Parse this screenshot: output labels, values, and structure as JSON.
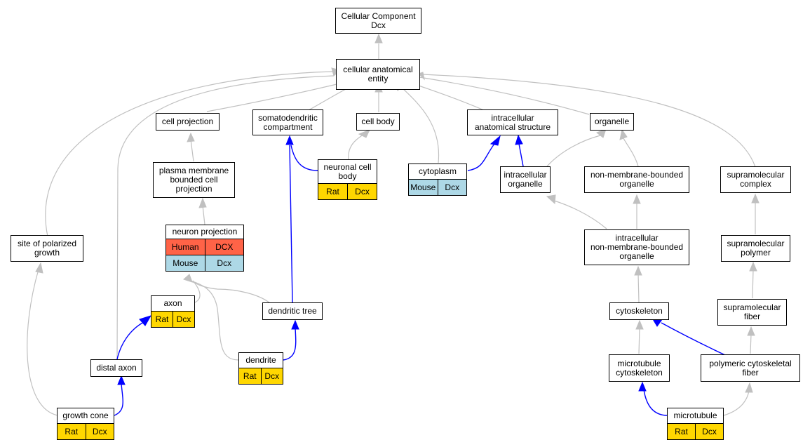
{
  "colors": {
    "gray_edge": "#c0c0c0",
    "blue_edge": "#0000ff",
    "rat": "#ffd700",
    "mouse": "#add8e6",
    "human": "#ff6347"
  },
  "nodes": {
    "root": {
      "label": "Cellular Component\nDcx"
    },
    "cae": {
      "label": "cellular anatomical\nentity"
    },
    "cell_projection": {
      "label": "cell projection"
    },
    "somatodendritic": {
      "label": "somatodendritic\ncompartment"
    },
    "cell_body": {
      "label": "cell body"
    },
    "ias": {
      "label": "intracellular\nanatomical structure"
    },
    "organelle": {
      "label": "organelle"
    },
    "pmbcp": {
      "label": "plasma membrane\nbounded cell\nprojection"
    },
    "neuronal_cell_body": {
      "label": "neuronal cell\nbody",
      "rows": [
        [
          "Rat",
          "Dcx"
        ]
      ]
    },
    "cytoplasm": {
      "label": "cytoplasm",
      "rows": [
        [
          "Mouse",
          "Dcx"
        ]
      ]
    },
    "intracellular_organelle": {
      "label": "intracellular\norganelle"
    },
    "nmbo": {
      "label": "non-membrane-bounded\norganelle"
    },
    "supramolecular_complex": {
      "label": "supramolecular\ncomplex"
    },
    "neuron_projection": {
      "label": "neuron projection",
      "rows": [
        [
          "Human",
          "DCX"
        ],
        [
          "Mouse",
          "Dcx"
        ]
      ]
    },
    "spg": {
      "label": "site of polarized\ngrowth"
    },
    "inmbo": {
      "label": "intracellular\nnon-membrane-bounded\norganelle"
    },
    "supramolecular_polymer": {
      "label": "supramolecular\npolymer"
    },
    "axon": {
      "label": "axon",
      "rows": [
        [
          "Rat",
          "Dcx"
        ]
      ]
    },
    "dendritic_tree": {
      "label": "dendritic tree"
    },
    "cytoskeleton": {
      "label": "cytoskeleton"
    },
    "supramolecular_fiber": {
      "label": "supramolecular\nfiber"
    },
    "distal_axon": {
      "label": "distal axon"
    },
    "dendrite": {
      "label": "dendrite",
      "rows": [
        [
          "Rat",
          "Dcx"
        ]
      ]
    },
    "microtubule_cytoskeleton": {
      "label": "microtubule\ncytoskeleton"
    },
    "pcf": {
      "label": "polymeric cytoskeletal\nfiber"
    },
    "growth_cone": {
      "label": "growth cone",
      "rows": [
        [
          "Rat",
          "Dcx"
        ]
      ]
    },
    "microtubule": {
      "label": "microtubule",
      "rows": [
        [
          "Rat",
          "Dcx"
        ]
      ]
    }
  }
}
